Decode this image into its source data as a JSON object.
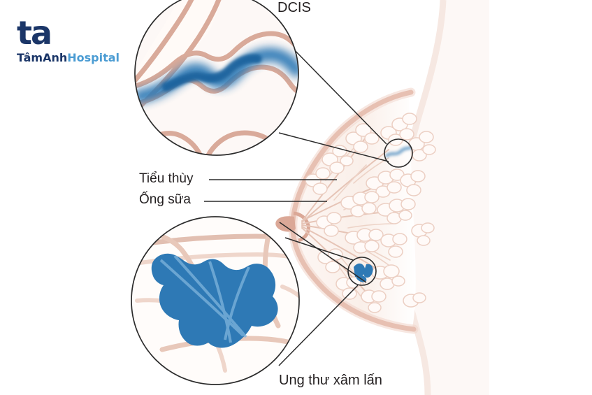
{
  "brand": {
    "mark": "ta",
    "name_bold": "TâmAnh",
    "name_light": "Hospital",
    "color_dark": "#1b3668",
    "color_light": "#4b9cd3"
  },
  "illustration": {
    "title_top": "DCIS",
    "title_bottom": "Ung thư xâm lấn",
    "label_lobule": "Tiểu thùy",
    "label_duct": "Ống sữa",
    "colors": {
      "tumor_blue": "#2e79b5",
      "tumor_blue_light": "#7fb4dc",
      "duct_wall": "#d4a294",
      "duct_wall_light": "#e3bfb2",
      "tissue_fill": "#fbf3ef",
      "body_outline": "#e6cfc6",
      "leader_line": "#2b2b2b",
      "text": "#231f20"
    }
  }
}
